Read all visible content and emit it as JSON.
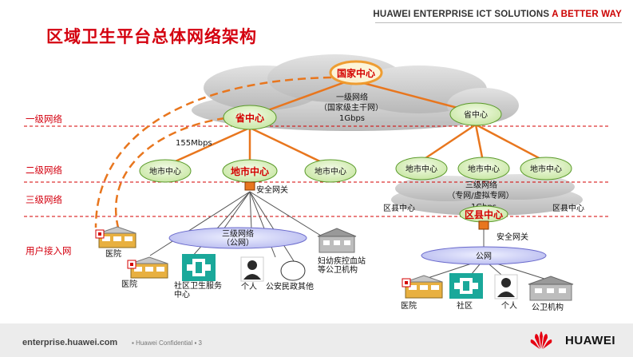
{
  "header": {
    "company": "HUAWEI ENTERPRISE ICT SOLUTIONS",
    "slogan": "A BETTER WAY",
    "accent_color": "#cc0000"
  },
  "slide": {
    "title": "区域卫生平台总体网络架构"
  },
  "levels": {
    "level1": "一级网络",
    "level2": "二级网络",
    "level3": "三级网络",
    "user_access": "用户接入网"
  },
  "nodes": {
    "national_center": "国家中心",
    "province_center_left": "省中心",
    "province_center_right": "省中心",
    "city_center_main": "地市中心",
    "city_left_1": "地市中心",
    "city_left_2": "地市中心",
    "city_right_1": "地市中心",
    "city_right_2": "地市中心",
    "city_right_3": "地市中心",
    "county_center": "区县中心",
    "county_left": "区县中心",
    "county_right": "区县中心"
  },
  "networks": {
    "level1_name": "一级网络",
    "level1_desc": "（国家级主干网）",
    "level1_bw": "1Gbps",
    "link_bw": "155Mbps",
    "level3_name": "三级网络",
    "level3_desc": "（公网）",
    "level3_right_name": "三级网络",
    "level3_right_desc": "（专网/虚拟专网）",
    "level3_right_bw": "1Gbps",
    "public_net": "公网"
  },
  "gateways": {
    "left": "安全网关",
    "right": "安全网关"
  },
  "endpoints": {
    "hospital_a": "医院",
    "hospital_b": "医院",
    "community_health": "社区卫生服务\n中心",
    "individual": "个人",
    "police_civil": "公安民政其他",
    "maternal_etc": "妇幼疾控血站\n等公卫机构",
    "r_hospital": "医院",
    "r_community": "社区",
    "r_individual": "个人",
    "r_public_health": "公卫机构"
  },
  "footer": {
    "url": "enterprise.huawei.com",
    "confidential": "Huawei Confidential",
    "page": "3",
    "brand": "HUAWEI"
  }
}
